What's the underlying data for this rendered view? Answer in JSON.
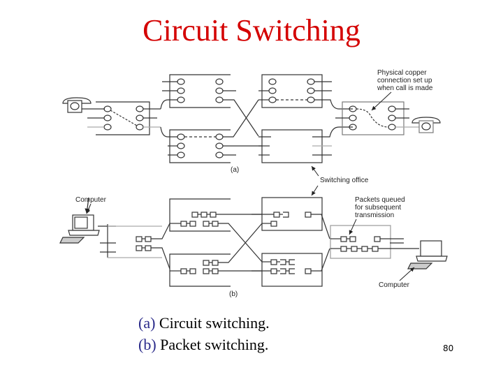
{
  "slide": {
    "title": "Circuit Switching",
    "page_number": "80"
  },
  "diagram": {
    "part_a_label": "(a)",
    "part_b_label": "(b)",
    "annotations": {
      "copper_line1": "Physical copper",
      "copper_line2": "connection set up",
      "copper_line3": "when call is made",
      "switching_office": "Switching office",
      "packets_line1": "Packets queued",
      "packets_line2": "for subsequent",
      "packets_line3": "transmission",
      "computer_left": "Computer",
      "computer_right": "Computer"
    },
    "icons": [
      "telephone-icon",
      "telephone-icon",
      "computer-icon",
      "computer-icon"
    ]
  },
  "caption": {
    "items": [
      {
        "tag": "(a)",
        "text": " Circuit switching."
      },
      {
        "tag": "(b)",
        "text": " Packet switching."
      }
    ]
  }
}
